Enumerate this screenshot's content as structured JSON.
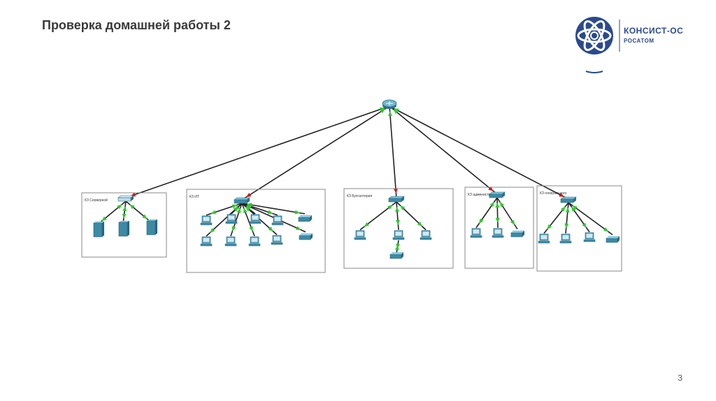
{
  "slide": {
    "title": "Проверка домашней работы 2",
    "page_number": "3"
  },
  "logo": {
    "line1": "КОНСИСТ-ОС",
    "line2": "РОСАТОМ"
  },
  "colors": {
    "title": "#3a3a3a",
    "brand_blue": "#2a4a8e",
    "link": "#222222",
    "link_up": "#32c832",
    "link_down": "#d01818",
    "device": "#3d8aa5",
    "zone_border": "#888888"
  },
  "diagram": {
    "root": {
      "id": "router",
      "icon": "router-icon"
    },
    "zones": [
      {
        "id": "server",
        "label": "КЗ Серверной",
        "switch": "switch-icon",
        "devices": [
          "server-icon",
          "server-icon",
          "server-icon"
        ]
      },
      {
        "id": "it",
        "label": "КЗ ИТ",
        "switch": "switch-icon",
        "devices": [
          "pc-icon",
          "pc-icon",
          "pc-icon",
          "pc-icon",
          "pc-icon",
          "pc-icon",
          "pc-icon",
          "pc-icon",
          "printer-icon",
          "printer-icon"
        ]
      },
      {
        "id": "accounting",
        "label": "КЗ Бухгалтерия",
        "switch": "switch-icon",
        "devices": [
          "pc-icon",
          "pc-icon",
          "pc-icon",
          "printer-icon"
        ]
      },
      {
        "id": "admin",
        "label": "КЗ администр",
        "switch": "switch-icon",
        "devices": [
          "pc-icon",
          "pc-icon",
          "printer-icon"
        ]
      },
      {
        "id": "general",
        "label": "КЗ генерального",
        "switch": "switch-icon",
        "devices": [
          "pc-icon",
          "pc-icon",
          "pc-icon",
          "printer-icon"
        ]
      }
    ]
  }
}
